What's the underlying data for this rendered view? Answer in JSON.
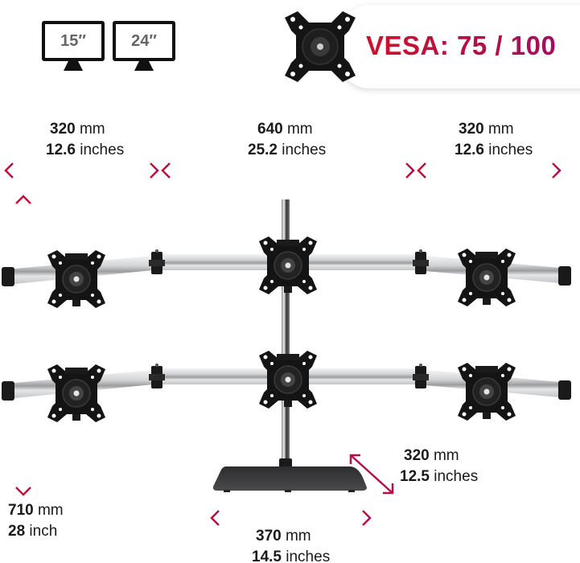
{
  "header": {
    "monitor_sizes": [
      {
        "label": "15″"
      },
      {
        "label": "24″"
      }
    ],
    "vesa": {
      "label": "VESA: 75 / 100",
      "icon": "vesa-plate-icon"
    }
  },
  "dimensions": {
    "top_left": {
      "mm_value": "320",
      "mm_unit": "mm",
      "in_value": "12.6",
      "in_unit": "inches"
    },
    "top_center": {
      "mm_value": "640",
      "mm_unit": "mm",
      "in_value": "25.2",
      "in_unit": "inches"
    },
    "top_right": {
      "mm_value": "320",
      "mm_unit": "mm",
      "in_value": "12.6",
      "in_unit": "inches"
    },
    "height": {
      "mm_value": "710",
      "mm_unit": "mm",
      "in_value": "28",
      "in_unit": "inch"
    },
    "base_depth": {
      "mm_value": "320",
      "mm_unit": "mm",
      "in_value": "12.5",
      "in_unit": "inches"
    },
    "base_width": {
      "mm_value": "370",
      "mm_unit": "mm",
      "in_value": "14.5",
      "in_unit": "inches"
    }
  },
  "product": {
    "description": "Six-monitor desk stand with two rows of three VESA mounts on aluminium arms and a rectangular glass base",
    "mounts_per_row": 3,
    "rows": 2
  },
  "colors": {
    "arrow_start": "#d0102a",
    "arrow_end": "#a0105e",
    "mount_black": "#111111",
    "arm_silver": "#d4d6d8",
    "base_dark": "#3a3a3c"
  }
}
